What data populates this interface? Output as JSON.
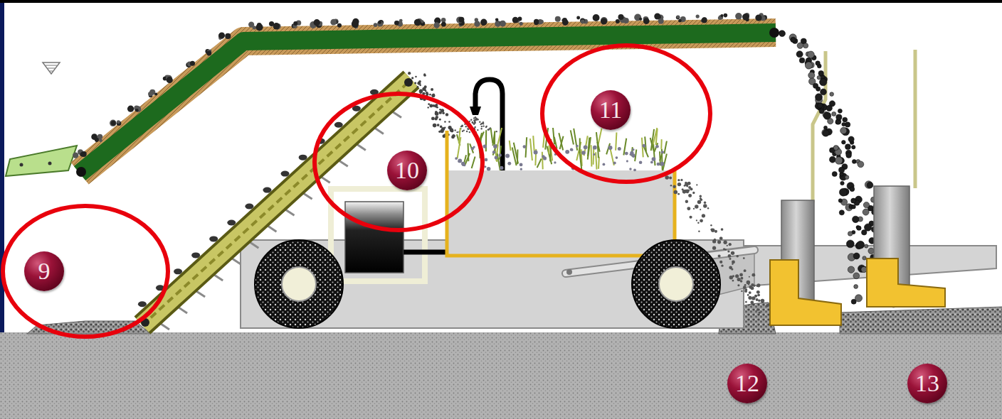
{
  "diagram": {
    "nodes": [
      {
        "text": [
          "9"
        ]
      },
      {
        "text": [
          "10"
        ]
      },
      {
        "text": [
          "11"
        ]
      },
      {
        "text": [
          "12"
        ]
      },
      {
        "text": [
          "13"
        ]
      }
    ]
  }
}
